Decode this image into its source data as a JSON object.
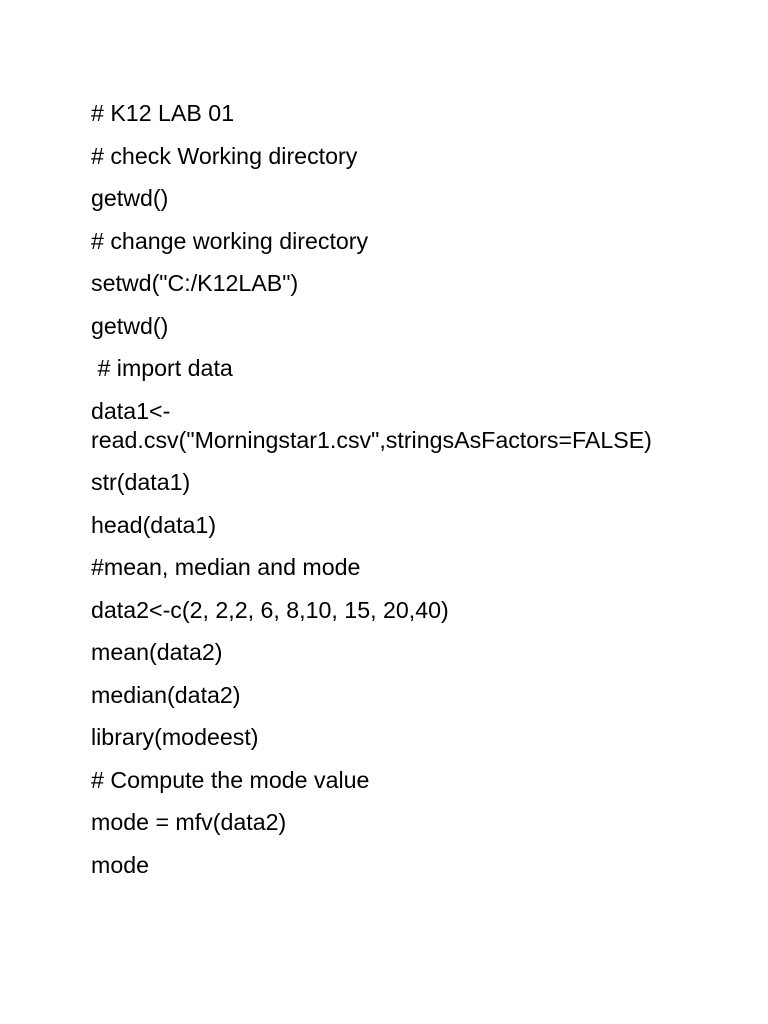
{
  "document": {
    "title": "# K12 LAB 01",
    "background_color": "#ffffff",
    "text_color": "#000000",
    "language": "R",
    "lines": [
      {
        "text": "# K12 LAB 01",
        "kind": "comment"
      },
      {
        "text": "# check Working directory",
        "kind": "comment"
      },
      {
        "text": "getwd()",
        "kind": "code"
      },
      {
        "text": "# change working directory",
        "kind": "comment"
      },
      {
        "text": "setwd(\"C:/K12LAB\")",
        "kind": "code"
      },
      {
        "text": "getwd()",
        "kind": "code"
      },
      {
        "text": " # import data",
        "kind": "comment"
      },
      {
        "text": "data1<-read.csv(\"Morningstar1.csv\",stringsAsFactors=FALSE)",
        "kind": "code"
      },
      {
        "text": "str(data1)",
        "kind": "code"
      },
      {
        "text": "head(data1)",
        "kind": "code"
      },
      {
        "text": "#mean, median and mode",
        "kind": "comment"
      },
      {
        "text": "data2<-c(2, 2,2, 6, 8,10, 15, 20,40)",
        "kind": "code"
      },
      {
        "text": "mean(data2)",
        "kind": "code"
      },
      {
        "text": "median(data2)",
        "kind": "code"
      },
      {
        "text": "library(modeest)",
        "kind": "code"
      },
      {
        "text": "# Compute the mode value",
        "kind": "comment"
      },
      {
        "text": "mode = mfv(data2)",
        "kind": "code"
      },
      {
        "text": "mode",
        "kind": "code"
      }
    ]
  }
}
